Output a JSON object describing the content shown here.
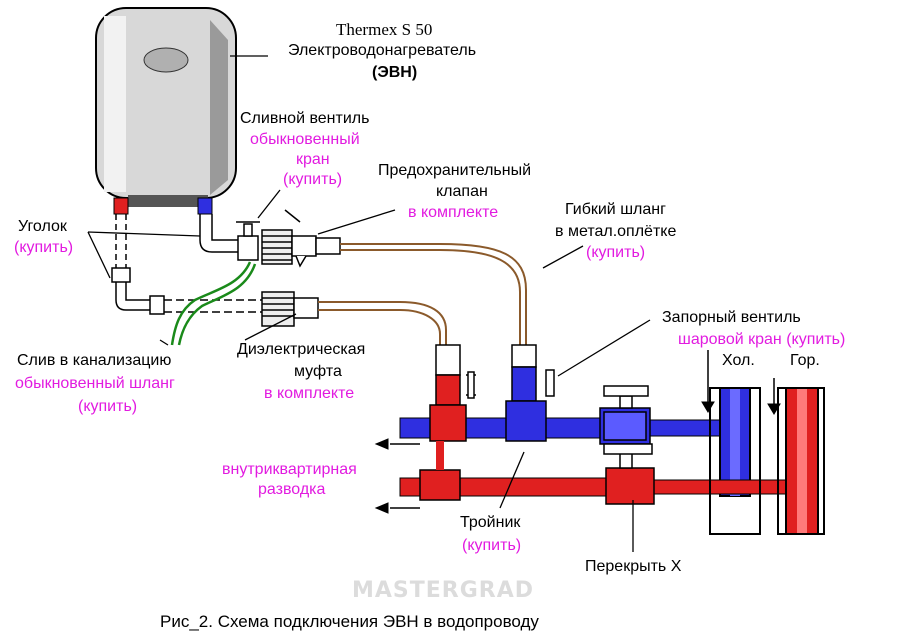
{
  "heater": {
    "model": "Thermex S 50",
    "name": "Электроводонагреватель",
    "abbr": "(ЭВН)"
  },
  "labels": {
    "drain_valve": {
      "title": "Сливной вентиль",
      "type_line1": "обыкновенный",
      "type_line2": "кран",
      "buy": "(купить)"
    },
    "safety_valve": {
      "line1": "Предохранительный",
      "line2": "клапан",
      "note": "в комплекте"
    },
    "flex_hose": {
      "line1": "Гибкий шланг",
      "line2": "в метал.оплётке",
      "buy": "(купить)"
    },
    "elbow": {
      "title": "Уголок",
      "buy": "(купить)"
    },
    "sewer_drain": {
      "title": "Слив в канализацию",
      "type": "обыкновенный шланг",
      "buy": "(купить)"
    },
    "dielectric": {
      "line1": "Диэлектрическая",
      "line2": "муфта",
      "note": "в комплекте"
    },
    "shutoff_valve": {
      "title": "Запорный вентиль",
      "type": "шаровой кран (купить)"
    },
    "risers": {
      "cold": "Хол.",
      "hot": "Гор."
    },
    "internal": {
      "line1": "внутриквартирная",
      "line2": "разводка"
    },
    "tee": {
      "title": "Тройник",
      "buy": "(купить)"
    },
    "close": "Перекрыть Х"
  },
  "caption": {
    "prefix": "Рис_2.",
    "text": "Схема подключения ЭВН в водопроводу"
  },
  "watermark": "MASTERGRAD",
  "colors": {
    "cold_pipe": "#2f2fe0",
    "hot_pipe": "#e02020",
    "drain_hose": "#1a8a1a",
    "flex_hose": "#8b5a2b",
    "accent_text": "#e21be0"
  }
}
